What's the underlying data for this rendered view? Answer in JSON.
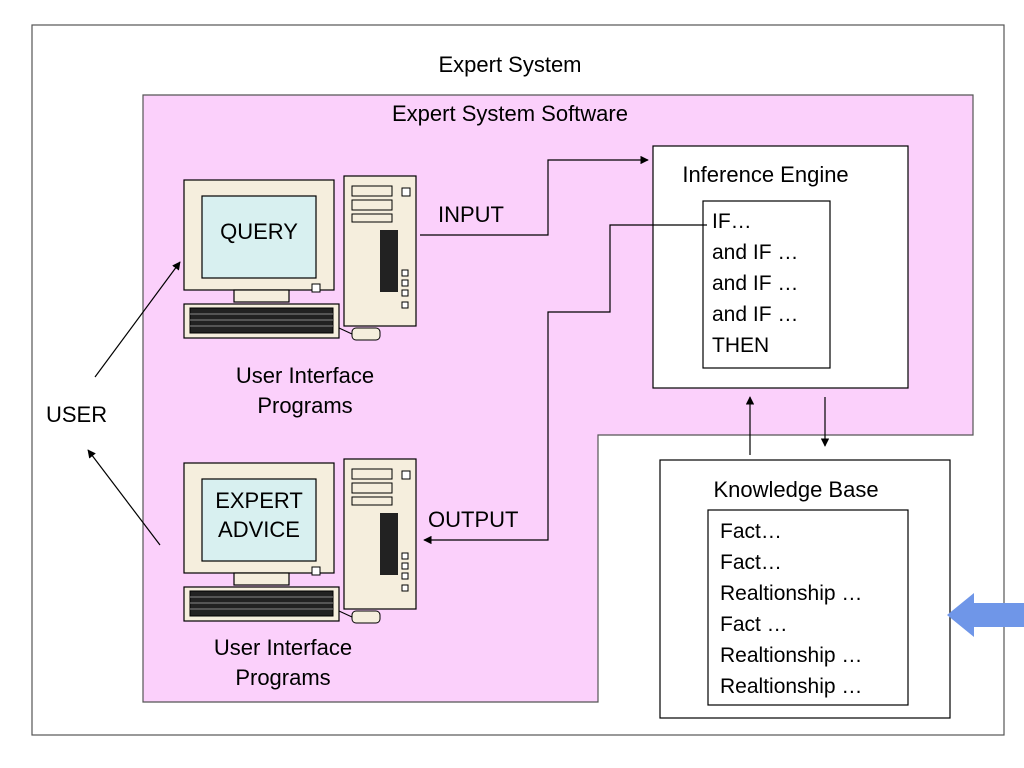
{
  "diagram": {
    "title": "Expert System",
    "software_title": "Expert System Software",
    "user_label": "USER",
    "terminals": [
      {
        "screen": "QUERY",
        "caption": "User Interface\nPrograms",
        "flow": "INPUT"
      },
      {
        "screen": "EXPERT\nADVICE",
        "caption": "User Interface\nPrograms",
        "flow": "OUTPUT"
      }
    ],
    "inference_engine": {
      "title": "Inference Engine",
      "rules": [
        "IF…",
        "and IF …",
        "and IF …",
        "and IF …",
        "THEN"
      ]
    },
    "knowledge_base": {
      "title": "Knowledge Base",
      "items": [
        "Fact…",
        "Fact…",
        "Realtionship …",
        "Fact …",
        "Realtionship …",
        "Realtionship …"
      ]
    }
  },
  "colors": {
    "software_fill": "#fbd0fb",
    "screen_fill": "#d8f0f0",
    "computer_fill": "#f5eedd",
    "indicator_arrow": "#6f96e8",
    "line": "#000000"
  }
}
